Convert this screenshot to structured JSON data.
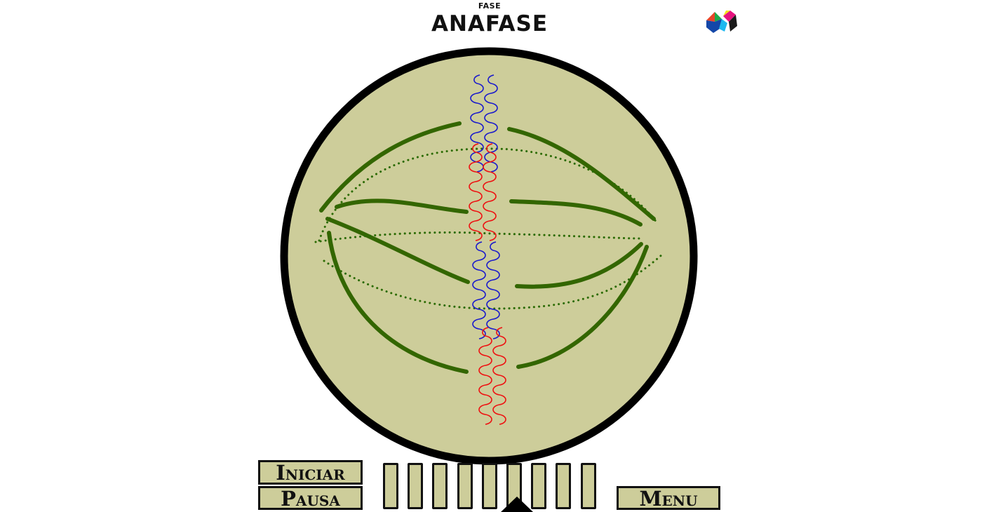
{
  "header": {
    "phase_label": "FASE",
    "phase_title": "ANAFASE"
  },
  "logo": {
    "icon": "cube-logo-icon"
  },
  "cell": {
    "membrane_color": "#000000",
    "cytoplasm_color": "#cdcd9a",
    "spindle_color": "#336600",
    "chromatid_colors": [
      "#1a1acc",
      "#ee1111"
    ]
  },
  "controls": {
    "start_label": "Iniciar",
    "pause_label": "Pausa",
    "menu_label": "Menu"
  },
  "timeline": {
    "steps": 9,
    "current_step_fraction": 0.64
  }
}
